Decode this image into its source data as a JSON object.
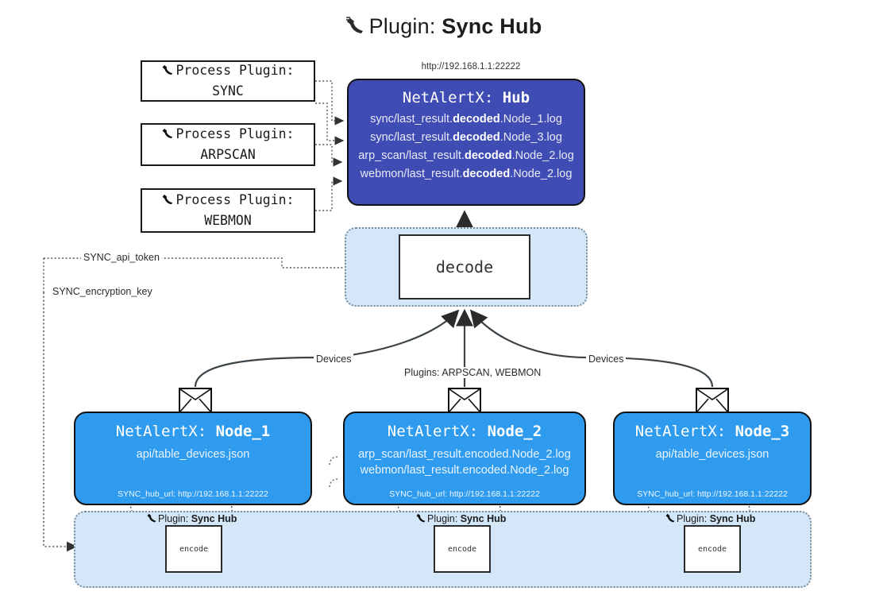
{
  "header": {
    "icon": "plug-icon",
    "prefix": "Plugin:",
    "title": "Sync Hub",
    "hub_url": "http://192.168.1.1:22222"
  },
  "process_plugins": [
    {
      "icon": "plug-icon",
      "line1": "Process Plugin:",
      "line2": "SYNC"
    },
    {
      "icon": "plug-icon",
      "line1": "Process Plugin:",
      "line2": "ARPSCAN"
    },
    {
      "icon": "plug-icon",
      "line1": "Process Plugin:",
      "line2": "WEBMON"
    }
  ],
  "hub": {
    "title_prefix": "NetAlertX:",
    "title_name": "Hub",
    "logs": [
      {
        "pre": "sync/last_result.",
        "em": "decoded",
        "post": ".Node_1.log"
      },
      {
        "pre": "sync/last_result.",
        "em": "decoded",
        "post": ".Node_3.log"
      },
      {
        "pre": "arp_scan/last_result.",
        "em": "decoded",
        "post": ".Node_2.log"
      },
      {
        "pre": "webmon/last_result.",
        "em": "decoded",
        "post": ".Node_2.log"
      }
    ]
  },
  "decode": {
    "label": "decode"
  },
  "settings": {
    "api_token": "SYNC_api_token",
    "encryption_key": "SYNC_encryption_key"
  },
  "edge_labels": {
    "devices_left": "Devices",
    "devices_right": "Devices",
    "plugins_center": "Plugins: ARPSCAN, WEBMON"
  },
  "nodes": [
    {
      "title_prefix": "NetAlertX:",
      "title_name": "Node_1",
      "lines": [
        "api/table_devices.json"
      ],
      "footer": "SYNC_hub_url: http://192.168.1.1:22222",
      "envelope_icon": "envelope-icon"
    },
    {
      "title_prefix": "NetAlertX:",
      "title_name": "Node_2",
      "lines": [
        "arp_scan/last_result.encoded.Node_2.log",
        "webmon/last_result.encoded.Node_2.log"
      ],
      "footer": "SYNC_hub_url: http://192.168.1.1:22222",
      "envelope_icon": "envelope-icon"
    },
    {
      "title_prefix": "NetAlertX:",
      "title_name": "Node_3",
      "lines": [
        "api/table_devices.json"
      ],
      "footer": "SYNC_hub_url: http://192.168.1.1:22222",
      "envelope_icon": "envelope-icon"
    }
  ],
  "encoders": [
    {
      "icon": "plug-icon",
      "tag_prefix": "Plugin:",
      "tag_name": "Sync Hub",
      "label": "encode"
    },
    {
      "icon": "plug-icon",
      "tag_prefix": "Plugin:",
      "tag_name": "Sync Hub",
      "label": "encode"
    },
    {
      "icon": "plug-icon",
      "tag_prefix": "Plugin:",
      "tag_name": "Sync Hub",
      "label": "encode"
    }
  ],
  "colors": {
    "hub_blue": "#3f4cb3",
    "node_blue": "#2f9bef",
    "container_blue": "#d4e7f8",
    "stroke": "#111111"
  }
}
